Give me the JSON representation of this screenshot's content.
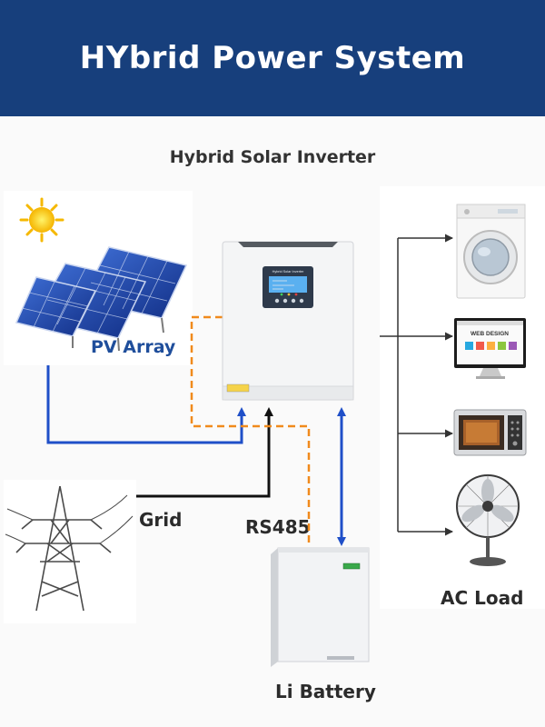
{
  "header": {
    "title": "HYbrid Power System"
  },
  "inverter": {
    "title": "Hybrid Solar Inverter",
    "screen_caption": "Hybrid Solar Inverter"
  },
  "pv": {
    "label": "PV Array"
  },
  "grid": {
    "label": "Grid"
  },
  "comm": {
    "label": "RS485"
  },
  "battery": {
    "label": "Li Battery"
  },
  "loads": {
    "label": "AC Load",
    "items": [
      "washing-machine",
      "monitor",
      "microwave",
      "fan"
    ],
    "monitor_caption": "WEB DESIGN"
  },
  "colors": {
    "header": "#173f7c",
    "dc_line": "#1f4fc8",
    "grid_line": "#111111",
    "comm_line": "#f08a1c",
    "ac_line": "#333333"
  }
}
